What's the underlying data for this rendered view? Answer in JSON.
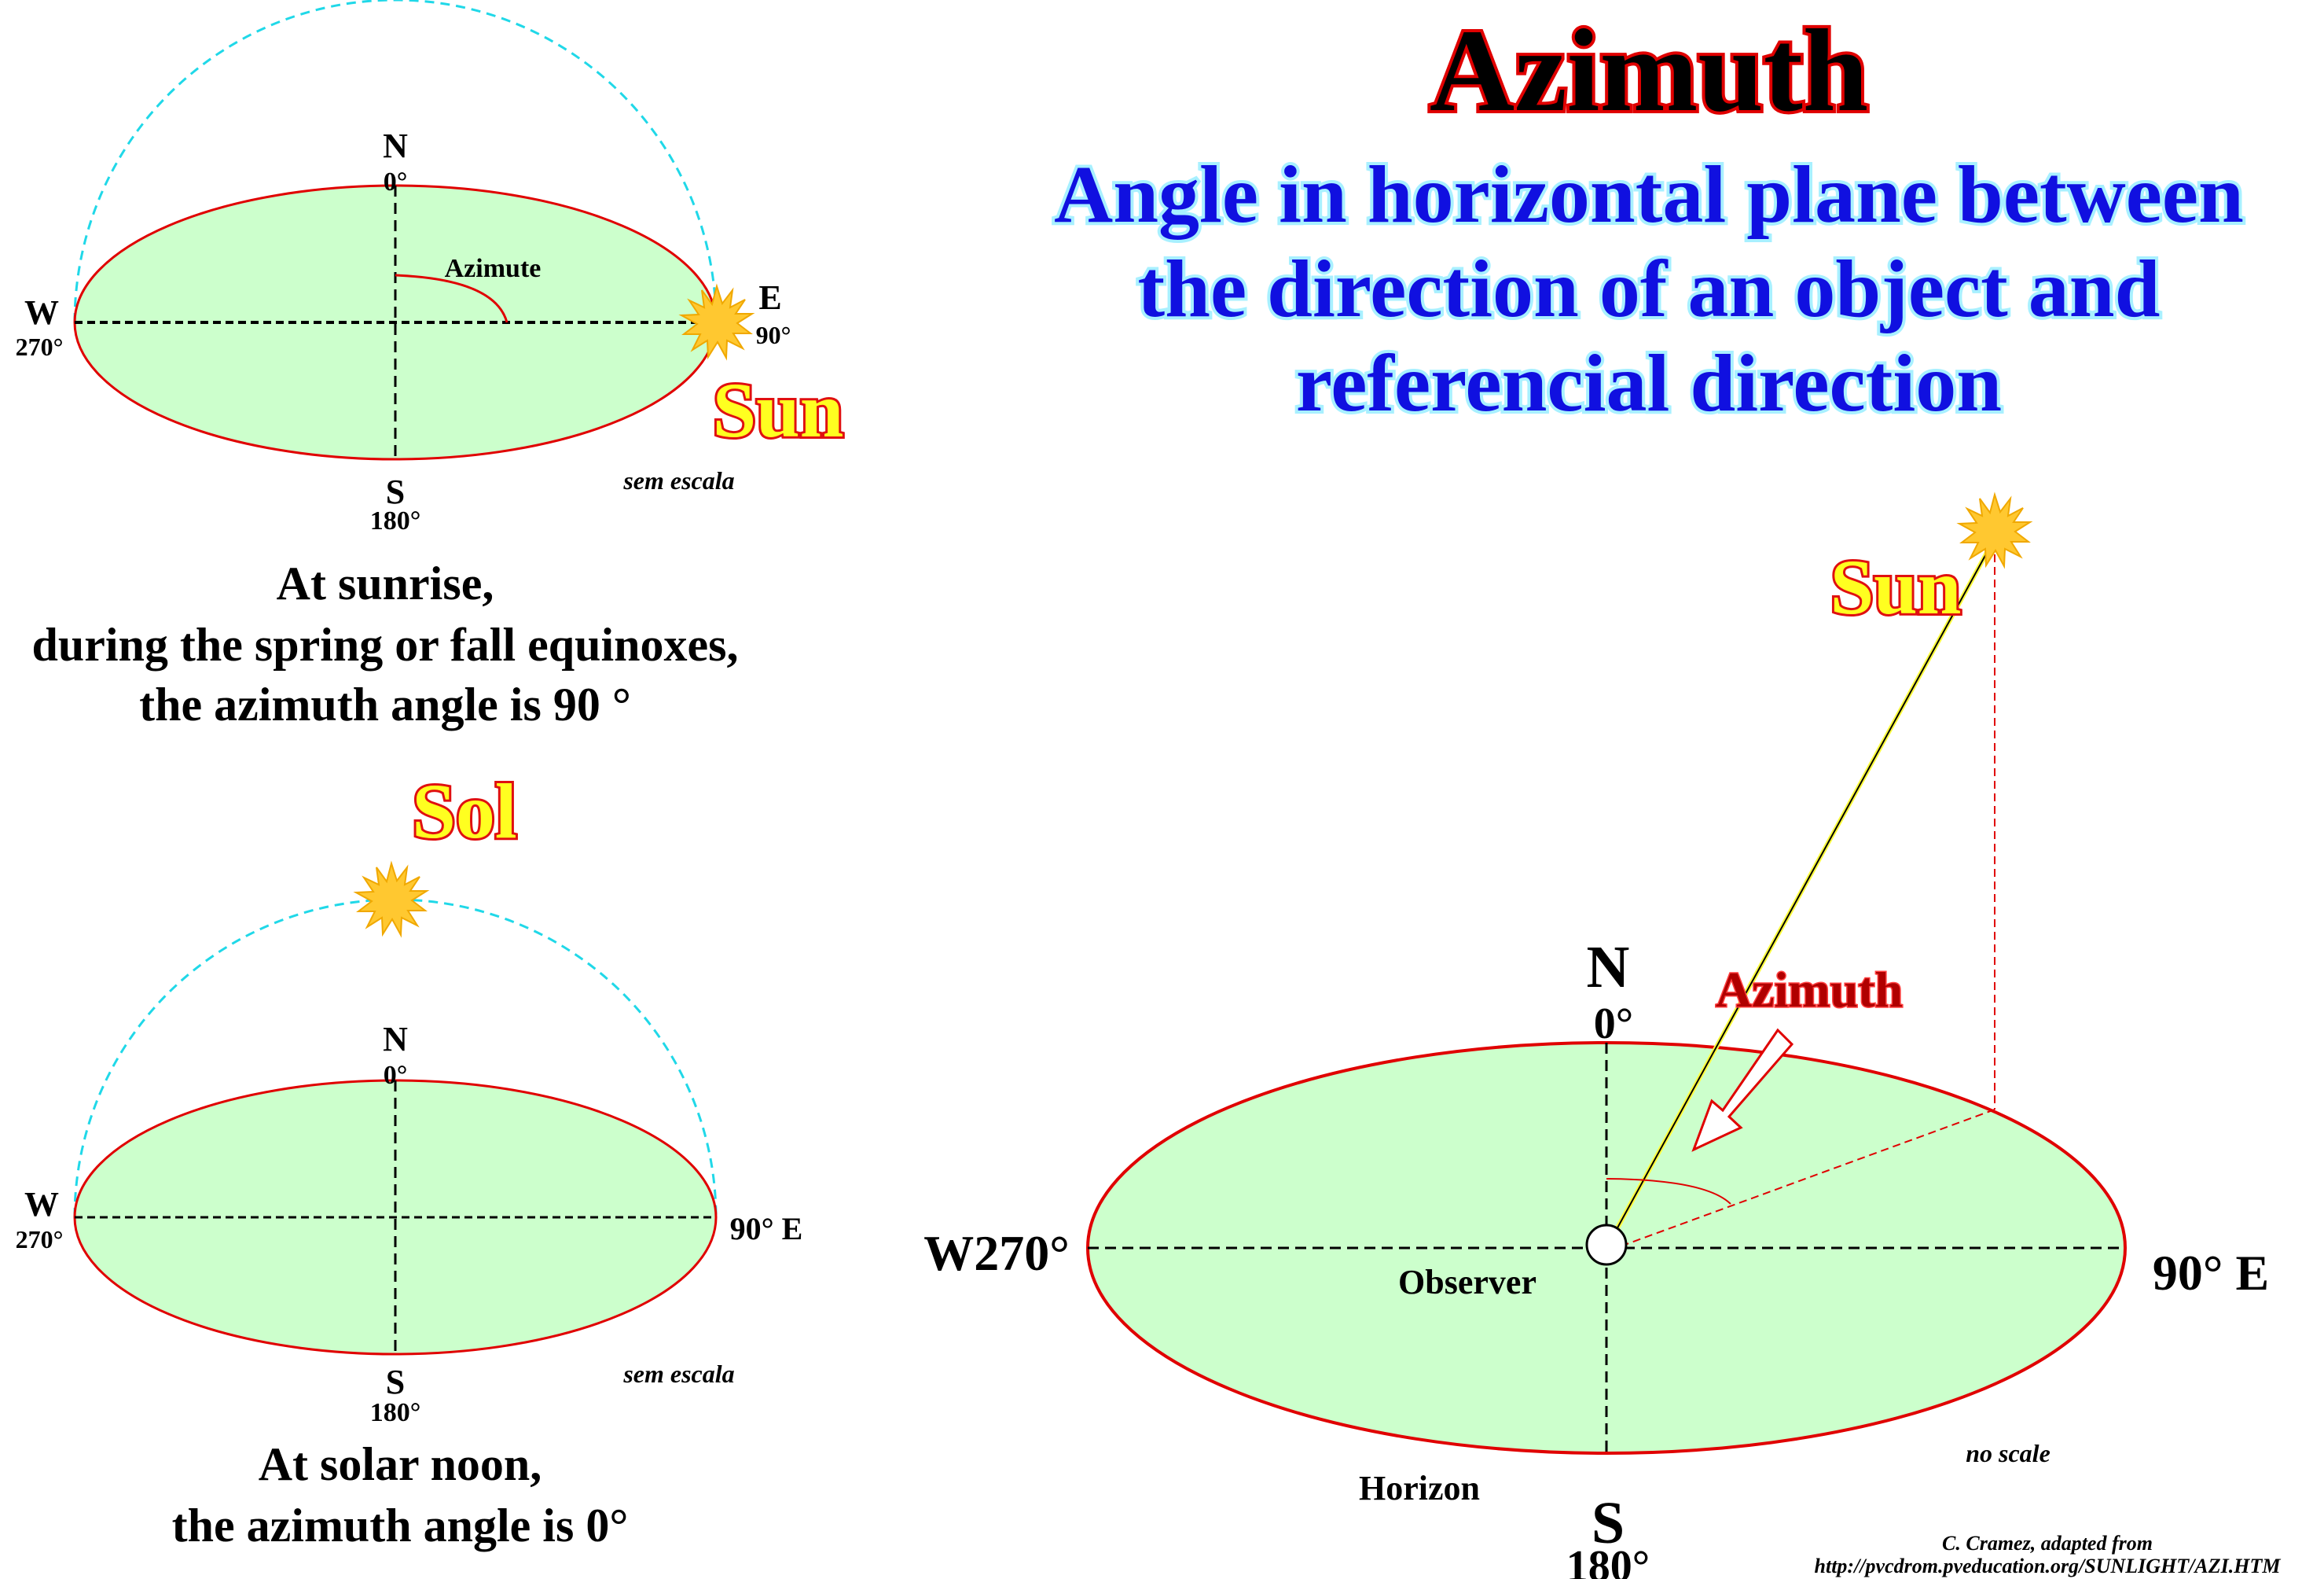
{
  "title": "Azimuth",
  "subtitle": [
    "Angle in horizontal plane between",
    "the direction of an object and",
    "referencial direction"
  ],
  "colors": {
    "ground": "#ccffcc",
    "horizon": "#e00000",
    "path": "#20d8e8",
    "sun": "#ffc830"
  },
  "diagram_sunrise": {
    "n": "N",
    "n_deg": "0°",
    "s": "S",
    "s_deg": "180°",
    "w": "W",
    "w_deg": "270°",
    "e": "E",
    "e_deg": "90°",
    "azimuth_label": "Azimute",
    "sun_label": "Sun",
    "scale_note": "sem escala",
    "caption": [
      "At sunrise,",
      "during the spring or fall equinoxes,",
      "the azimuth angle is 90 °"
    ]
  },
  "diagram_noon": {
    "n": "N",
    "n_deg": "0°",
    "s": "S",
    "s_deg": "180°",
    "w": "W",
    "w_deg": "270°",
    "e_label": "90° E",
    "sun_label": "Sol",
    "scale_note": "sem escala",
    "caption": [
      "At solar noon,",
      "the azimuth angle is 0°"
    ]
  },
  "diagram_main": {
    "n": "N",
    "n_deg": "0°",
    "s": "S",
    "s_deg": "180°",
    "w_label": "W270°",
    "e_label": "90° E",
    "observer": "Observer",
    "horizon": "Horizon",
    "scale_note": "no scale",
    "azimuth_label": "Azimuth",
    "sun_label": "Sun"
  },
  "credit": [
    "C. Cramez, adapted from",
    "http://pvcdrom.pveducation.org/SUNLIGHT/AZI.HTM"
  ]
}
